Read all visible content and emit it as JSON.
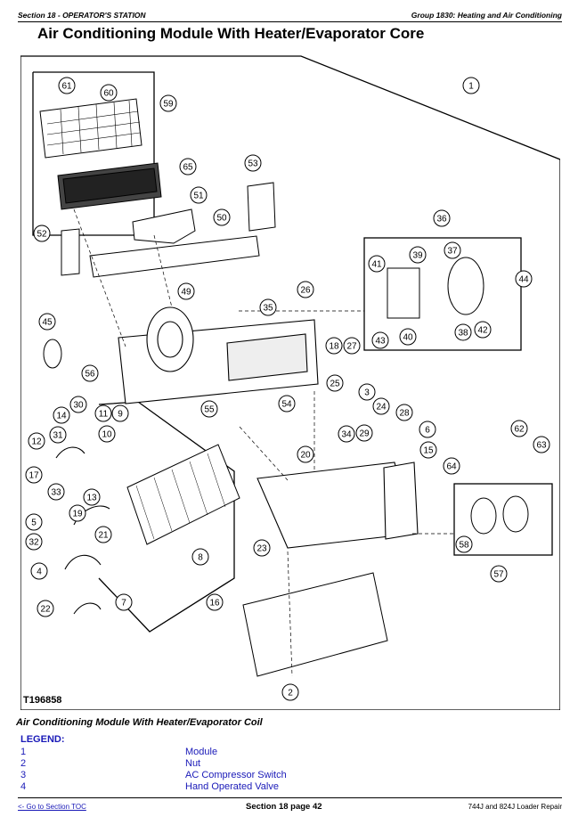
{
  "header": {
    "section": "Section 18 - OPERATOR'S STATION",
    "group": "Group 1830: Heating and Air Conditioning"
  },
  "title": "Air Conditioning Module With Heater/Evaporator Core",
  "figure": {
    "id": "T196858",
    "callouts": [
      "1",
      "2",
      "3",
      "4",
      "5",
      "6",
      "7",
      "8",
      "9",
      "10",
      "11",
      "12",
      "13",
      "14",
      "15",
      "16",
      "17",
      "18",
      "19",
      "20",
      "21",
      "22",
      "23",
      "24",
      "25",
      "26",
      "27",
      "28",
      "29",
      "30",
      "31",
      "32",
      "33",
      "34",
      "35",
      "36",
      "37",
      "38",
      "39",
      "40",
      "41",
      "42",
      "43",
      "44",
      "45",
      "49",
      "50",
      "51",
      "52",
      "53",
      "54",
      "55",
      "56",
      "57",
      "58",
      "59",
      "60",
      "61",
      "62",
      "63",
      "64",
      "65"
    ]
  },
  "caption": "Air Conditioning Module With Heater/Evaporator Coil",
  "legend": {
    "title": "LEGEND:",
    "items": [
      {
        "num": "1",
        "label": "Module"
      },
      {
        "num": "2",
        "label": "Nut"
      },
      {
        "num": "3",
        "label": "AC Compressor Switch"
      },
      {
        "num": "4",
        "label": "Hand Operated Valve"
      }
    ]
  },
  "footer": {
    "toc_link": "<- Go to Section TOC",
    "page": "Section 18 page 42",
    "book": "744J and 824J Loader Repair"
  }
}
